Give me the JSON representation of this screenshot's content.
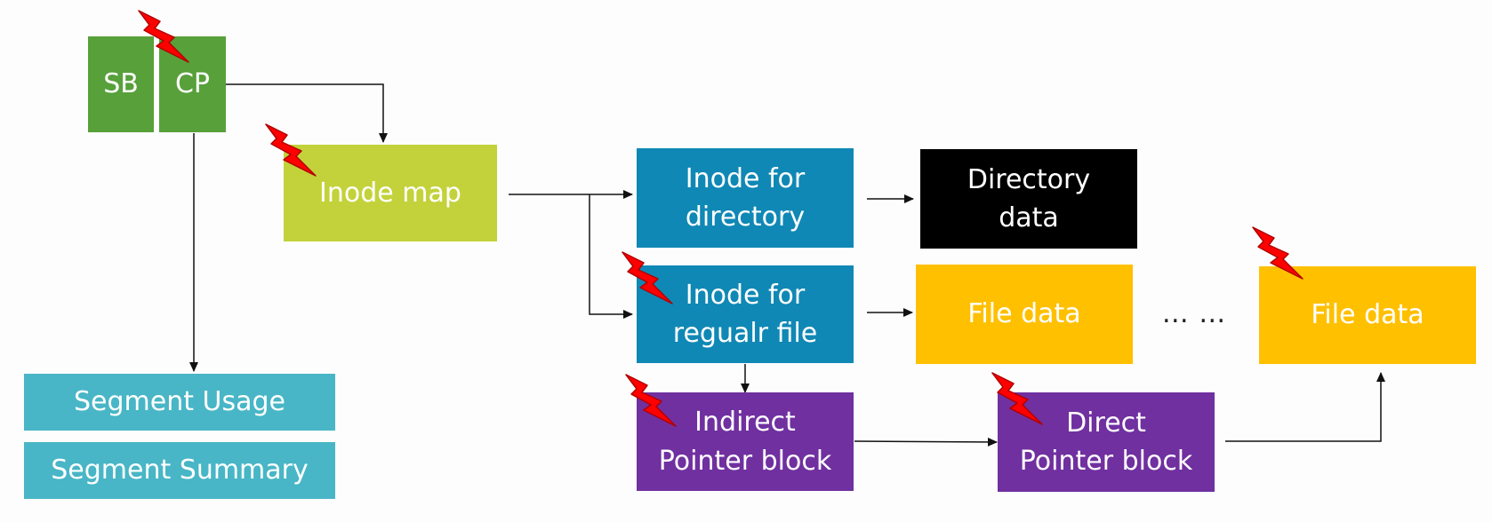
{
  "colors": {
    "green": "#57a03a",
    "lime": "#c3d23a",
    "teal": "#1088b5",
    "black": "#000000",
    "amber": "#ffc000",
    "purple": "#7030a0",
    "segment": "#48b6c6",
    "bolt": "#ff0000",
    "arrow": "#111111"
  },
  "nodes": {
    "sb": "SB",
    "cp": "CP",
    "inode_map": "Inode map",
    "inode_directory": "Inode for\ndirectory",
    "directory_data": "Directory\ndata",
    "inode_regular": "Inode for\nregualr file",
    "file_data_1": "File data",
    "ellipsis": "… …",
    "file_data_2": "File data",
    "indirect_block": "Indirect\nPointer block",
    "direct_block": "Direct\nPointer block",
    "segment_usage": "Segment Usage",
    "segment_summary": "Segment Summary"
  },
  "icons": {
    "update": "lightning-bolt-icon"
  }
}
